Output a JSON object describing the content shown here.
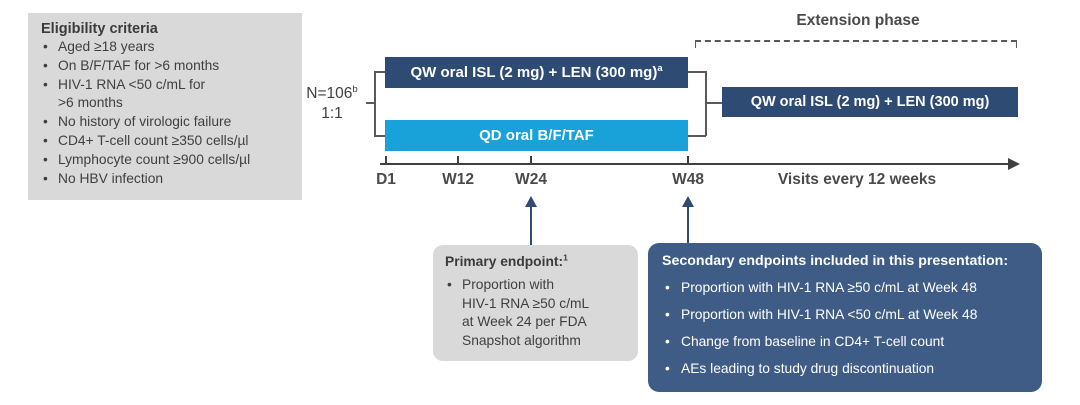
{
  "eligibility": {
    "title": "Eligibility criteria",
    "items": [
      "Aged ≥18 years",
      "On B/F/TAF for >6 months",
      "HIV-1 RNA <50 c/mL for\n>6 months",
      "No history of virologic failure",
      "CD4+ T-cell count ≥350 cells/µl",
      "Lymphocyte count ≥900 cells/µl",
      "No HBV infection"
    ]
  },
  "randomization": {
    "n_label": "N=106",
    "n_superscript": "b",
    "ratio": "1:1"
  },
  "arms": {
    "top": {
      "label": "QW oral ISL (2 mg) + LEN (300 mg)",
      "superscript": "a"
    },
    "bottom": {
      "label": "QD oral B/F/TAF"
    }
  },
  "extension": {
    "title": "Extension phase",
    "box_label": "QW oral ISL (2 mg) + LEN (300 mg)"
  },
  "timeline": {
    "ticks": [
      "D1",
      "W12",
      "W24",
      "W48"
    ],
    "note": "Visits every 12 weeks"
  },
  "primary_endpoint": {
    "title": "Primary endpoint:",
    "title_superscript": "1",
    "items": [
      "Proportion with\nHIV-1 RNA ≥50 c/mL\nat Week 24 per FDA\nSnapshot algorithm"
    ]
  },
  "secondary_endpoints": {
    "title": "Secondary endpoints included in this presentation:",
    "items": [
      "Proportion with HIV-1 RNA ≥50 c/mL at Week 48",
      "Proportion with HIV-1 RNA <50 c/mL at Week 48",
      "Change from baseline in CD4+ T-cell count",
      "AEs leading to study drug discontinuation"
    ]
  },
  "colors": {
    "navy": "#2e4b73",
    "cyan": "#18a2d9",
    "slate_blue": "#3e5c85",
    "panel_gray": "#d9d9d9",
    "text_gray": "#3f3f3f",
    "line_gray": "#595959"
  }
}
